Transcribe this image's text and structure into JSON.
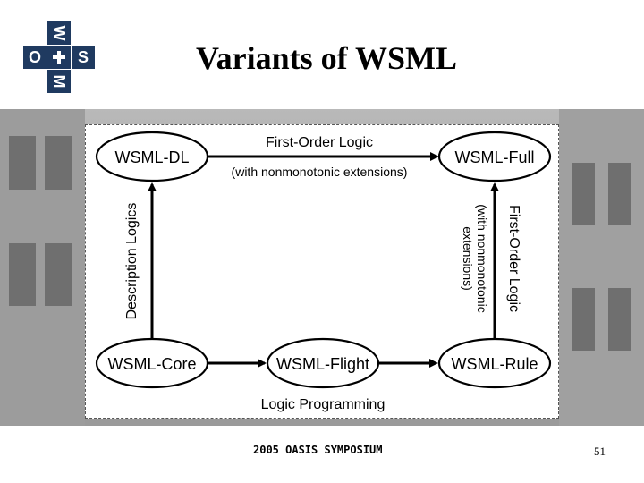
{
  "slide": {
    "title": "Variants of WSML",
    "footer": "2005 OASIS SYMPOSIUM",
    "page_number": "51"
  },
  "logo": {
    "letters": [
      "W",
      "S",
      "M",
      "O"
    ],
    "colors": {
      "navy": "#1f3a60",
      "white": "#ffffff"
    }
  },
  "diagram": {
    "nodes": {
      "dl": "WSML-DL",
      "full": "WSML-Full",
      "core": "WSML-Core",
      "flight": "WSML-Flight",
      "rule": "WSML-Rule"
    },
    "edges": {
      "top_label": "First-Order Logic",
      "top_sublabel": "(with nonmonotonic extensions)",
      "left_label": "Description Logics",
      "right_label": "First-Order Logic",
      "right_sub1": "(with nonmonotonic",
      "right_sub2": "extensions)",
      "bottom_label": "Logic Programming"
    }
  }
}
